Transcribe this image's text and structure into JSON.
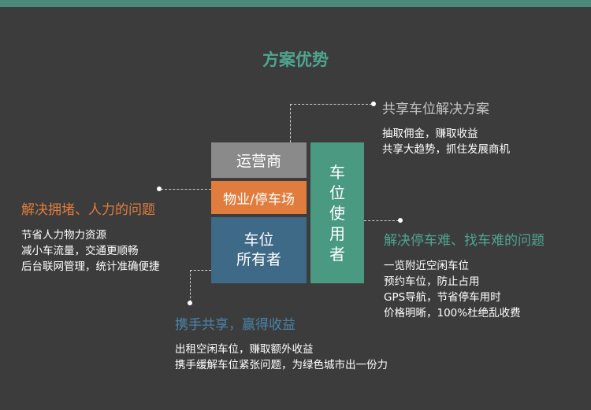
{
  "title": "方案优势",
  "center": {
    "operator": "运营商",
    "parking_lot": "物业/停车场",
    "owner": [
      "车位",
      "所有者"
    ],
    "user": [
      "车",
      "位",
      "使",
      "用",
      "者"
    ]
  },
  "callouts": {
    "top_right": {
      "heading": "共享车位解决方案",
      "lines": [
        "抽取佣金，赚取收益",
        "共享大趋势，抓住发展商机"
      ]
    },
    "left": {
      "heading": "解决拥堵、人力的问题",
      "lines": [
        "节省人力物力资源",
        "减小车流量，交通更顺畅",
        "后台联网管理，统计准确便捷"
      ]
    },
    "right": {
      "heading": "解决停车难、找车难的问题",
      "lines": [
        "一览附近空闲车位",
        "预约车位，防止占用",
        "GPS导航，节省停车用时",
        "价格明晰，100%杜绝乱收费"
      ]
    },
    "bottom": {
      "heading": "携手共享，赢得收益",
      "lines": [
        "出租空闲车位，赚取额外收益",
        "携手缓解车位紧张问题，为绿色城市出一份力"
      ]
    }
  },
  "colors": {
    "background": "#3c3c3c",
    "teal": "#4a9a81",
    "orange": "#e07d3e",
    "gray": "#8a8a8a",
    "blue": "#3e6a87"
  }
}
